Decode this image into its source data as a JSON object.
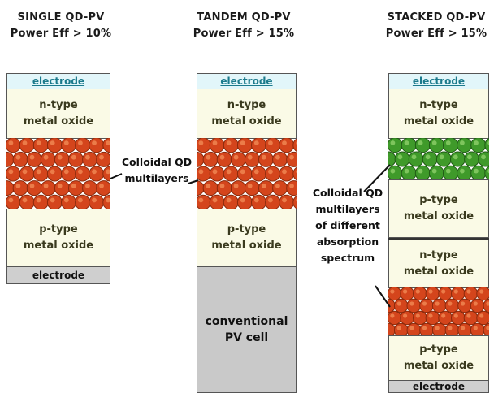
{
  "columns": [
    {
      "title": "SINGLE QD-PV",
      "subtitle": "Power Eff > 10%",
      "layers": {
        "electrode_top": "electrode",
        "n_type": [
          "n-type",
          "metal oxide"
        ],
        "p_type": [
          "p-type",
          "metal oxide"
        ],
        "electrode_bottom": "electrode"
      }
    },
    {
      "title": "TANDEM QD-PV",
      "subtitle": "Power Eff > 15%",
      "layers": {
        "electrode_top": "electrode",
        "n_type": [
          "n-type",
          "metal oxide"
        ],
        "p_type": [
          "p-type",
          "metal oxide"
        ],
        "conventional": [
          "conventional",
          "PV cell"
        ]
      }
    },
    {
      "title": "STACKED QD-PV",
      "subtitle": "Power Eff > 15%",
      "layers": {
        "electrode_top": "electrode",
        "n_type_1": [
          "n-type",
          "metal oxide"
        ],
        "p_type_1": [
          "p-type",
          "metal oxide"
        ],
        "n_type_2": [
          "n-type",
          "metal oxide"
        ],
        "p_type_2": [
          "p-type",
          "metal oxide"
        ],
        "electrode_bottom": "electrode"
      }
    }
  ],
  "annotations": {
    "qd_multilayers": [
      "Colloidal QD",
      "multilayers"
    ],
    "qd_different": [
      "Colloidal QD",
      "multilayers",
      "of different",
      "absorption",
      "spectrum"
    ]
  },
  "colors": {
    "qd_orange": "#d4451c",
    "qd_green": "#3f9a2a",
    "electrode_top_fill": "#e2f6fa",
    "oxide_fill": "#fafae6",
    "electrode_bottom_fill": "#cfcfcf",
    "pv_cell_fill": "#c9c9c9"
  }
}
